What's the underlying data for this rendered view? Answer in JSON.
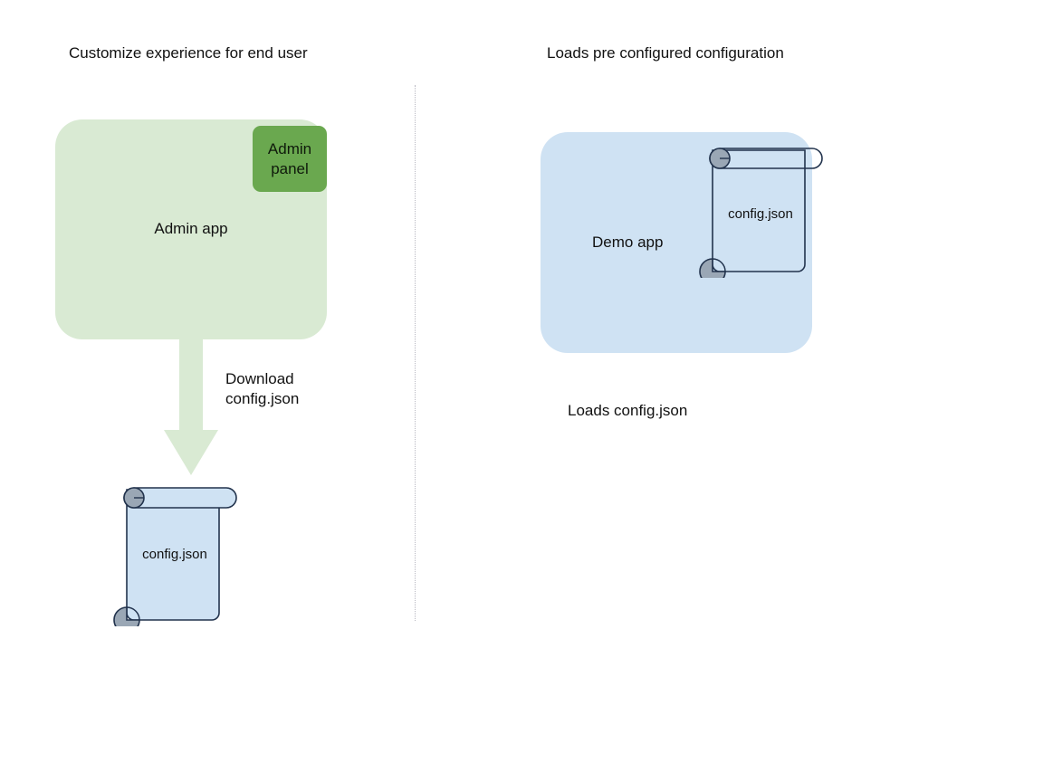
{
  "diagram": {
    "type": "flow-diagram",
    "background_color": "#ffffff",
    "columns": [
      {
        "id": "left",
        "title": "Customize experience for end user",
        "nodes": [
          {
            "name": "admin-app",
            "label": "Admin app",
            "fill": "#d9ead3",
            "shape": "rounded-rect"
          },
          {
            "name": "admin-panel",
            "label": "Admin panel",
            "fill": "#6aa84f",
            "shape": "rounded-rect"
          },
          {
            "name": "config-document",
            "label": "config.json",
            "fill": "#cfe2f3",
            "shape": "scroll"
          }
        ],
        "edges": [
          {
            "name": "download-arrow",
            "label": "Download\nconfig.json",
            "color": "#d9ead3",
            "direction": "down"
          }
        ]
      },
      {
        "id": "right",
        "title": "Loads pre configured configuration",
        "nodes": [
          {
            "name": "demo-app",
            "label": "Demo app",
            "fill": "#cfe2f3",
            "shape": "rounded-rect"
          },
          {
            "name": "config-document",
            "label": "config.json",
            "fill": "transparent",
            "shape": "scroll"
          }
        ],
        "caption": "Loads config.json"
      }
    ],
    "divider": {
      "name": "column-divider",
      "style": "dotted",
      "color": "#b9b9c2"
    }
  },
  "left": {
    "title": "Customize experience for end user",
    "admin_app_label": "Admin app",
    "admin_panel_label_line1": "Admin",
    "admin_panel_label_line2": "panel",
    "arrow_label_line1": "Download",
    "arrow_label_line2": "config.json",
    "config_doc_label": "config.json"
  },
  "right": {
    "title": "Loads pre configured configuration",
    "demo_app_label": "Demo app",
    "config_doc_label": "config.json",
    "caption": "Loads config.json"
  },
  "colors": {
    "admin_app_fill": "#d9ead3",
    "admin_panel_fill": "#6aa84f",
    "demo_app_fill": "#cfe2f3",
    "document_fill": "#cfe2f3",
    "document_stroke": "#22334d",
    "document_roll_fill": "#9aa7b5",
    "arrow_fill": "#d9ead3",
    "divider_color": "#b9b9c2",
    "text_color": "#111111"
  }
}
